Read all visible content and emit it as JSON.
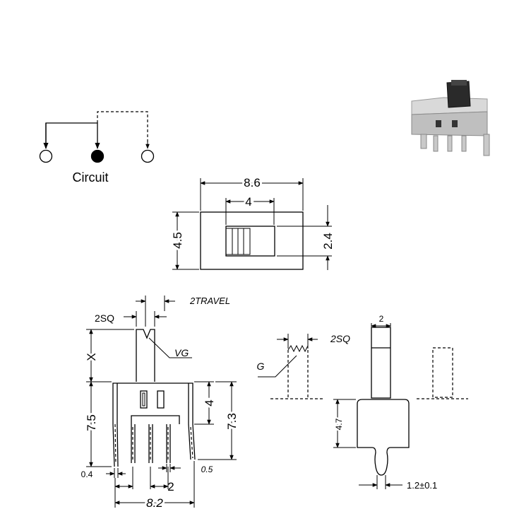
{
  "circuit": {
    "label": "Circuit"
  },
  "top_view": {
    "width": "8.6",
    "slot_width": "4",
    "height": "4.5",
    "slot_height": "2.4"
  },
  "front_view": {
    "actuator_sq": "2SQ",
    "travel": "2TRAVEL",
    "vg": "VG",
    "x": "X",
    "height_left": "7.5",
    "body_height": "4",
    "height_right": "7.3",
    "pin_width": "0.4",
    "pitch": "2",
    "pin_thickness": "0.5",
    "overall_width": "8.2"
  },
  "detail_g": {
    "actuator_sq": "2SQ",
    "g": "G"
  },
  "side_view": {
    "actuator_width": "2",
    "body_height": "4.7",
    "pin_width": "1.2±0.1"
  }
}
